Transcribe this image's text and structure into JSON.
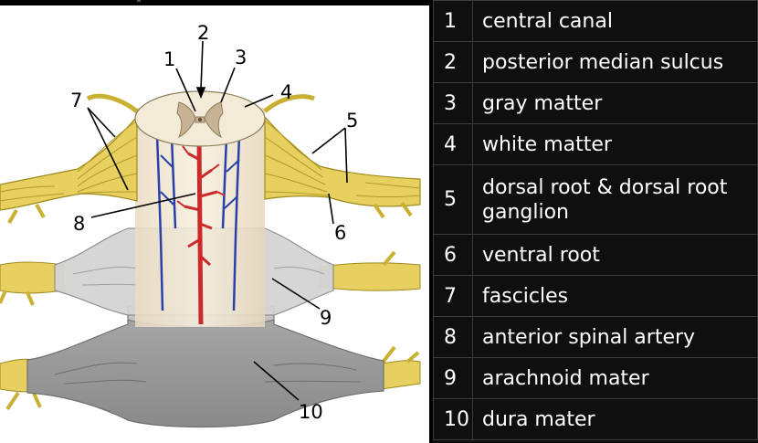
{
  "diagram": {
    "callouts": [
      "1",
      "2",
      "3",
      "4",
      "5",
      "6",
      "7",
      "8",
      "9",
      "10"
    ]
  },
  "legend": {
    "rows": [
      {
        "num": "1",
        "text": "central canal"
      },
      {
        "num": "2",
        "text": "posterior median sulcus"
      },
      {
        "num": "3",
        "text": "gray matter"
      },
      {
        "num": "4",
        "text": "white matter"
      },
      {
        "num": "5",
        "text": "dorsal root & dorsal root ganglion"
      },
      {
        "num": "6",
        "text": "ventral root"
      },
      {
        "num": "7",
        "text": "fascicles"
      },
      {
        "num": "8",
        "text": "anterior spinal artery"
      },
      {
        "num": "9",
        "text": "arachnoid mater"
      },
      {
        "num": "10",
        "text": "dura mater"
      }
    ]
  },
  "colors": {
    "nerve": "#e8d060",
    "nerve_outline": "#9c8a1c",
    "white_matter": "#f4ead8",
    "gray_matter": "#c8b294",
    "artery": "#cc2a2a",
    "vein": "#2840a8",
    "arachnoid": "#d0d0d0",
    "dura": "#9c9c9c",
    "legend_bg": "#0f0f0f"
  }
}
